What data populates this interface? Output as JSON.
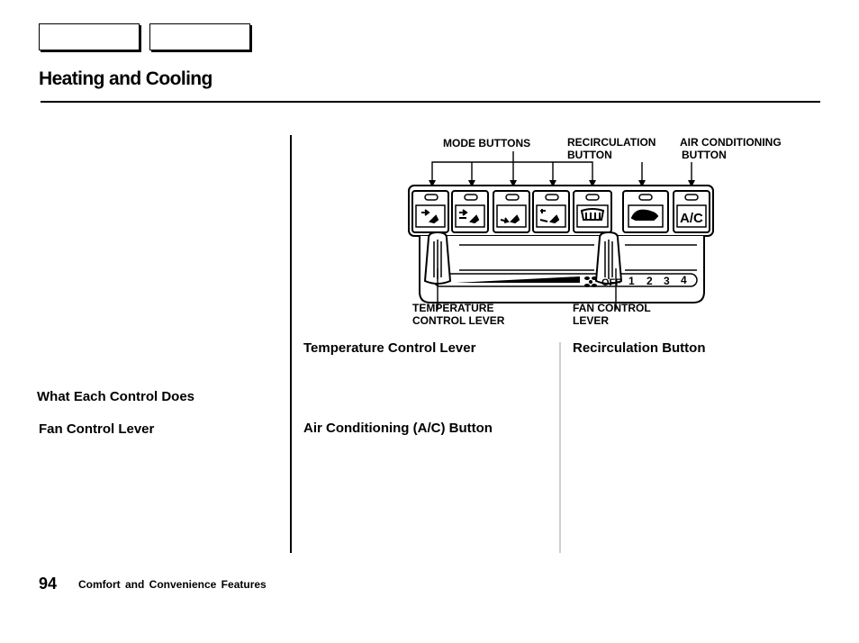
{
  "page": {
    "title": "Heating and Cooling",
    "page_number": "94",
    "section": "Comfort and Convenience Features"
  },
  "headings": {
    "temperature_control_lever": "Temperature Control Lever",
    "recirculation_button": "Recirculation Button",
    "what_each_control_does": "What Each Control Does",
    "fan_control_lever": "Fan Control Lever",
    "air_conditioning_button": "Air Conditioning (A/C) Button"
  },
  "diagram": {
    "callouts": {
      "mode_buttons": "MODE BUTTONS",
      "recirculation_line1": "RECIRCULATION",
      "recirculation_line2": "BUTTON",
      "ac_line1": "AIR CONDITIONING",
      "ac_line2": "BUTTON",
      "temp_line1": "TEMPERATURE",
      "temp_line2": "CONTROL LEVER",
      "fan_line1": "FAN CONTROL",
      "fan_line2": "LEVER"
    },
    "button_labels": {
      "ac": "A/C"
    },
    "fan_scale": [
      "OFF",
      "1",
      "2",
      "3",
      "4"
    ]
  }
}
